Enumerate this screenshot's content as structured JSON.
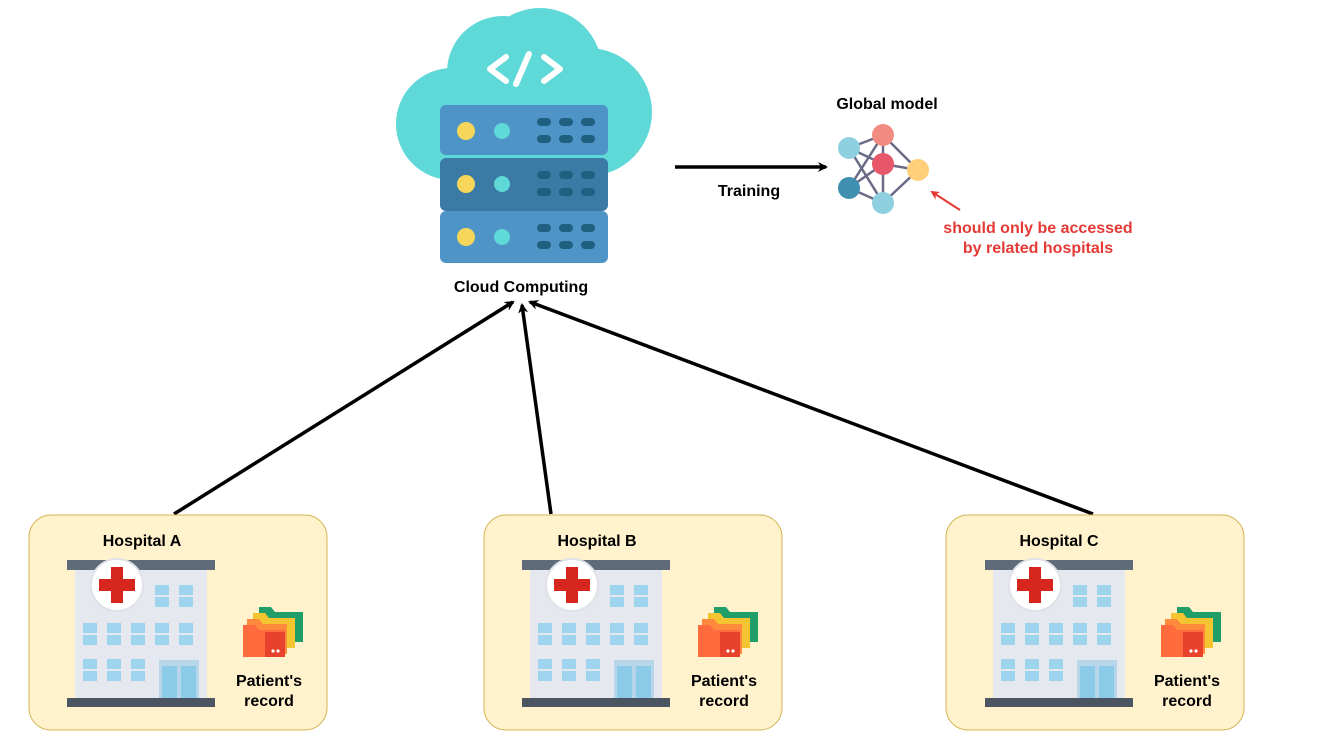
{
  "cloud": {
    "label": "Cloud Computing",
    "icon": "cloud-server-icon",
    "code_glyph": "</>"
  },
  "training": {
    "label": "Training"
  },
  "global_model": {
    "title": "Global model",
    "icon": "neural-network-icon",
    "note_line1": "should only be accessed",
    "note_line2": "by related hospitals",
    "note_color": "#e53935"
  },
  "hospitals": [
    {
      "name": "Hospital A",
      "record_line1": "Patient's",
      "record_line2": "record"
    },
    {
      "name": "Hospital B",
      "record_line1": "Patient's",
      "record_line2": "record"
    },
    {
      "name": "Hospital C",
      "record_line1": "Patient's",
      "record_line2": "record"
    }
  ],
  "colors": {
    "panel_fill": "#fff2cc",
    "panel_border": "#d6b656",
    "cloud": "#5fd8d8",
    "server": "#4f94c6",
    "server_dark": "#3a7aa5",
    "cross": "#d7261e",
    "folder": "#ff6b3d"
  }
}
